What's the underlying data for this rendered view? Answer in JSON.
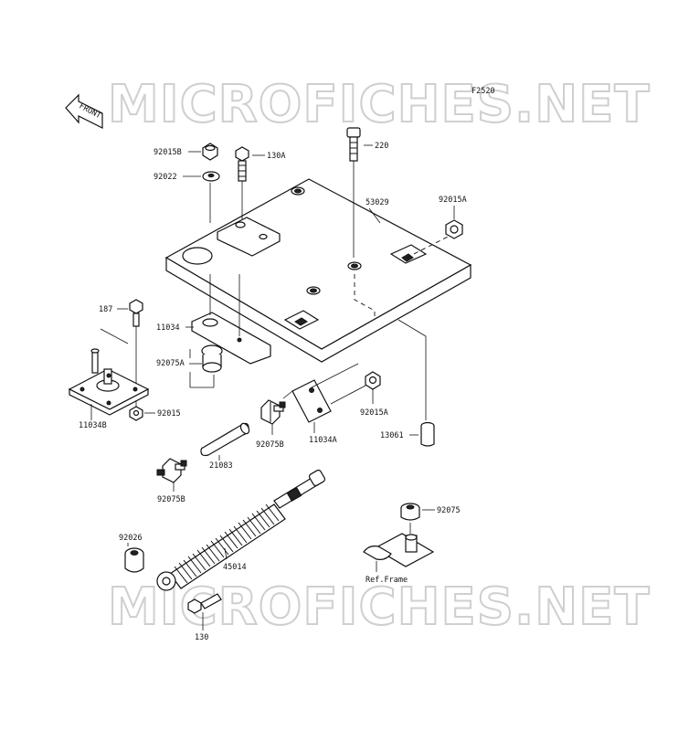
{
  "watermark_top": "MICROFICHES.NET",
  "watermark_bottom": "MICROFICHES.NET",
  "figure_code": "F2520",
  "front_label": "FRONT",
  "labels": {
    "p92015B": "92015B",
    "p130A": "130A",
    "p92022": "92022",
    "p220": "220",
    "p53029": "53029",
    "p92015A_top": "92015A",
    "p187": "187",
    "p11034": "11034",
    "p92075A": "92075A",
    "p92015": "92015",
    "p11034B": "11034B",
    "p92015A_mid": "92015A",
    "p11034A": "11034A",
    "p13061": "13061",
    "p92075B_mid": "92075B",
    "p21083": "21083",
    "p92075B_left": "92075B",
    "p92075": "92075",
    "p92026": "92026",
    "p45014": "45014",
    "ref_frame": "Ref.Frame",
    "p130": "130"
  }
}
